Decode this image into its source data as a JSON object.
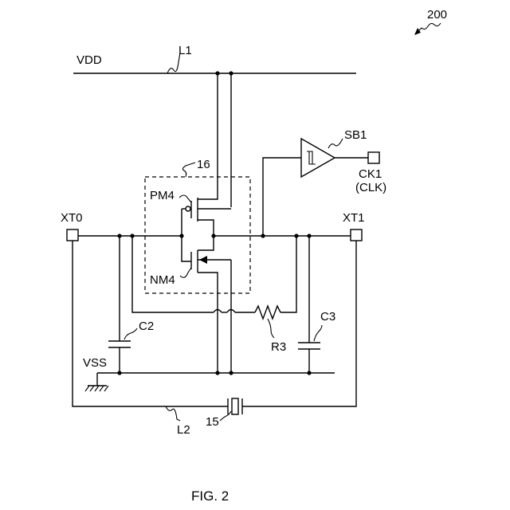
{
  "diagram_ref": "200",
  "figure_caption": "FIG. 2",
  "labels": {
    "vdd": "VDD",
    "vss": "VSS",
    "l1": "L1",
    "l2": "L2",
    "block": "16",
    "pm4": "PM4",
    "nm4": "NM4",
    "xt0": "XT0",
    "xt1": "XT1",
    "sb1": "SB1",
    "ck1": "CK1",
    "clk": "(CLK)",
    "c2": "C2",
    "c3": "C3",
    "r3": "R3",
    "crystal": "15"
  }
}
